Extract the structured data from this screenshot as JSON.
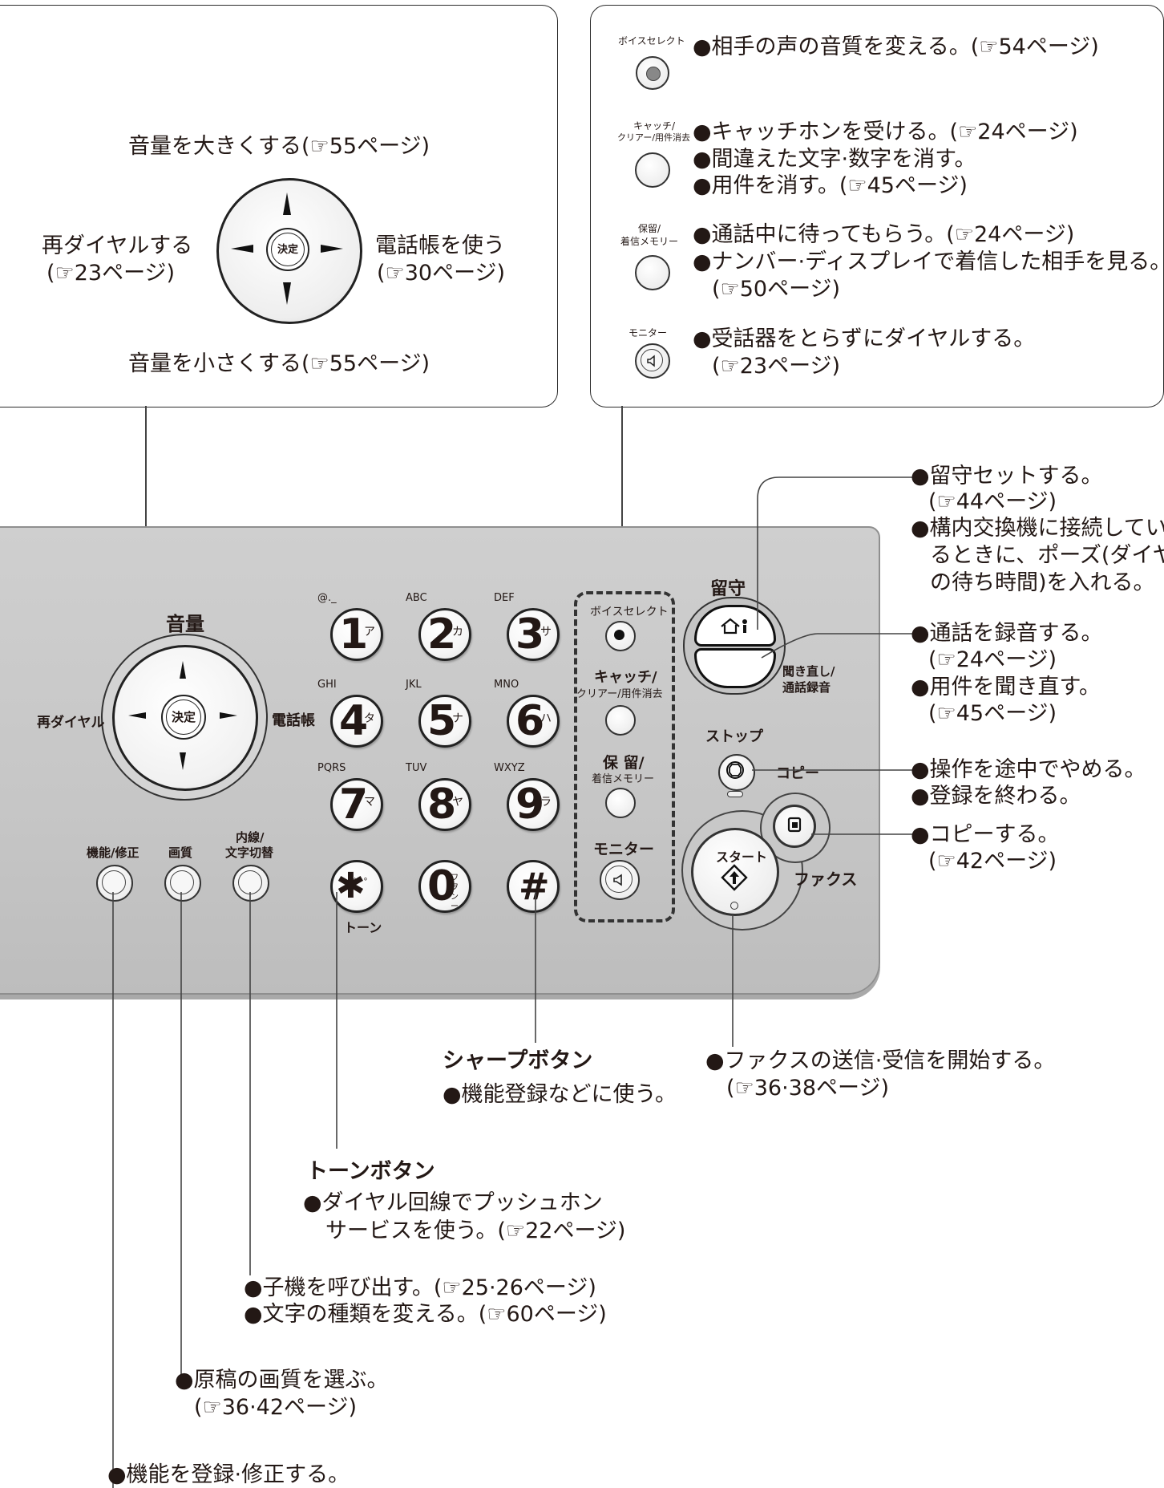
{
  "top_left": {
    "vol_up": "音量を大きくする(☞55ページ)",
    "redial_1": "再ダイヤルする",
    "redial_2": "(☞23ページ)",
    "phonebook_1": "電話帳を使う",
    "phonebook_2": "(☞30ページ)",
    "vol_down": "音量を小さくする(☞55ページ)",
    "enter": "決定"
  },
  "top_right": {
    "voice_label": "ボイスセレクト",
    "voice_1": "●相手の声の音質を変える。(☞54ページ)",
    "catch_label_1": "キャッチ/",
    "catch_label_2": "クリアー/用件消去",
    "catch_1": "●キャッチホンを受ける。(☞24ページ)",
    "catch_2": "●間違えた文字·数字を消す。",
    "catch_3": "●用件を消す。(☞45ページ)",
    "hold_label_1": "保留/",
    "hold_label_2": "着信メモリー",
    "hold_1": "●通話中に待ってもらう。(☞24ページ)",
    "hold_2": "●ナンバー·ディスプレイで着信した相手を見る。",
    "hold_3": "(☞50ページ)",
    "monitor_label": "モニター",
    "monitor_1": "●受話器をとらずにダイヤルする。",
    "monitor_2": "(☞23ページ)"
  },
  "panel": {
    "volume": "音量",
    "redial": "再ダイヤル",
    "phonebook": "電話帳",
    "enter": "決定",
    "func_edit": "機能/修正",
    "quality": "画質",
    "intercom_1": "内線/",
    "intercom_2": "文字切替",
    "tone": "トーン",
    "voice_select": "ボイスセレクト",
    "catch_1": "キャッチ/",
    "catch_2": "クリアー/用件消去",
    "hold_1": "保 留/",
    "hold_2": "着信メモリー",
    "monitor": "モニター",
    "answer": "留守",
    "replay_1": "聞き直し/",
    "replay_2": "通話録音",
    "stop": "ストップ",
    "copy": "コピー",
    "start": "スタート",
    "fax": "ファクス",
    "keys": [
      {
        "digit": "1",
        "kana": "ア",
        "letters": "@._"
      },
      {
        "digit": "2",
        "kana": "カ",
        "letters": "ABC"
      },
      {
        "digit": "3",
        "kana": "サ",
        "letters": "DEF"
      },
      {
        "digit": "4",
        "kana": "タ",
        "letters": "GHI"
      },
      {
        "digit": "5",
        "kana": "ナ",
        "letters": "JKL"
      },
      {
        "digit": "6",
        "kana": "ハ",
        "letters": "MNO"
      },
      {
        "digit": "7",
        "kana": "マ",
        "letters": "PQRS"
      },
      {
        "digit": "8",
        "kana": "ヤ",
        "letters": "TUV"
      },
      {
        "digit": "9",
        "kana": "ラ",
        "letters": "WXYZ"
      },
      {
        "digit": "✱",
        "kana": "゛゜",
        "letters": ""
      },
      {
        "digit": "0",
        "kana": "ワヲ ンー",
        "letters": ""
      },
      {
        "digit": "#",
        "kana": "",
        "letters": ""
      }
    ]
  },
  "right_notes": {
    "answer_1": "●留守セットする。",
    "answer_2": "(☞44ページ)",
    "answer_3": "●構内交換機に接続してい",
    "answer_4": "るときに、ポーズ(ダイヤル",
    "answer_5": "の待ち時間)を入れる。",
    "rec_1": "●通話を録音する。",
    "rec_2": "(☞24ページ)",
    "rec_3": "●用件を聞き直す。",
    "rec_4": "(☞45ページ)",
    "stop_1": "●操作を途中でやめる。",
    "stop_2": "●登録を終わる。",
    "copy_1": "●コピーする。",
    "copy_2": "(☞42ページ)"
  },
  "bottom_notes": {
    "sharp_title": "シャープボタン",
    "sharp_1": "●機能登録などに使う。",
    "fax_1": "●ファクスの送信·受信を開始する。",
    "fax_2": "(☞36·38ページ)",
    "tone_title": "トーンボタン",
    "tone_1": "●ダイヤル回線でプッシュホン",
    "tone_2": "サービスを使う。(☞22ページ)",
    "intercom_1": "●子機を呼び出す。(☞25·26ページ)",
    "intercom_2": "●文字の種類を変える。(☞60ページ)",
    "quality_1": "●原稿の画質を選ぶ。",
    "quality_2": "(☞36·42ページ)",
    "func_1": "●機能を登録·修正する。"
  }
}
